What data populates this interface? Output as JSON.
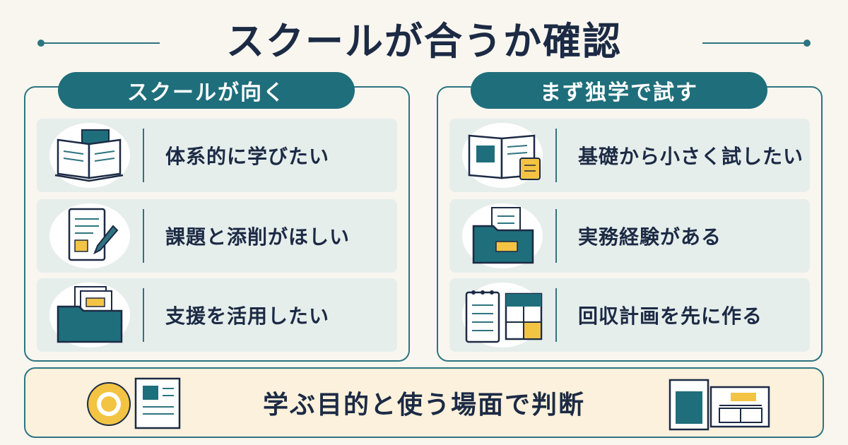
{
  "title": "スクールが合うか確認",
  "left_panel": {
    "header": "スクールが向く",
    "items": [
      {
        "label": "体系的に学びたい",
        "icon": "open-book-icon"
      },
      {
        "label": "課題と添削がほしい",
        "icon": "document-pen-icon"
      },
      {
        "label": "支援を活用したい",
        "icon": "folder-icon"
      }
    ]
  },
  "right_panel": {
    "header": "まず独学で試す",
    "items": [
      {
        "label": "基礎から小さく試したい",
        "icon": "book-note-icon"
      },
      {
        "label": "実務経験がある",
        "icon": "folder-document-icon"
      },
      {
        "label": "回収計画を先に作る",
        "icon": "notepad-table-icon"
      }
    ]
  },
  "bottom": {
    "text": "学ぶ目的と使う場面で判断"
  },
  "colors": {
    "teal": "#1f6e7b",
    "navy": "#1c2a44",
    "yellow": "#f3c443",
    "row_bg": "#e6eeec",
    "bottom_bg": "#fbf1dc"
  }
}
